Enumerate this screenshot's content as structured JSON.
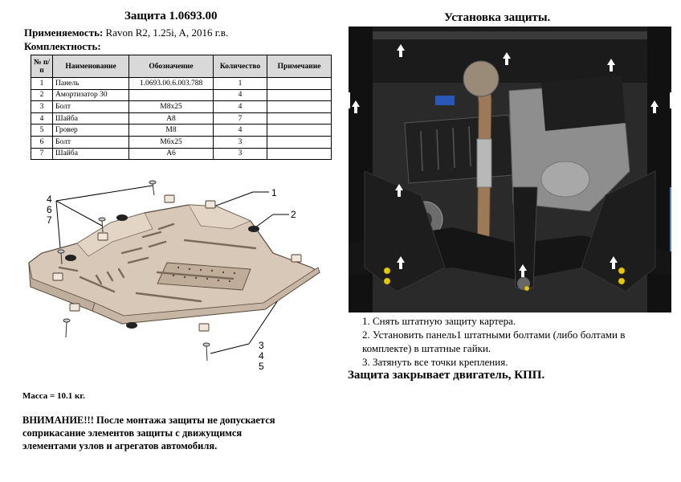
{
  "left": {
    "title": "Защита 1.0693.00",
    "applicability_label": "Применяемость:",
    "applicability_value": "Ravon R2, 1.25i, A, 2016 г.в.",
    "kit_label": "Комплектность:",
    "table": {
      "headers": [
        "№ п/п",
        "Наименование",
        "Обозначение",
        "Количество",
        "Примечание"
      ],
      "rows": [
        [
          "1",
          "Панель",
          "1.0693.00.6.003.788",
          "1",
          ""
        ],
        [
          "2",
          "Амортизатор 30",
          "",
          "4",
          ""
        ],
        [
          "3",
          "Болт",
          "М8х25",
          "4",
          ""
        ],
        [
          "4",
          "Шайба",
          "А8",
          "7",
          ""
        ],
        [
          "5",
          "Гровер",
          "М8",
          "4",
          ""
        ],
        [
          "6",
          "Болт",
          "М6х25",
          "3",
          ""
        ],
        [
          "7",
          "Шайба",
          "А6",
          "3",
          ""
        ]
      ]
    },
    "callouts": {
      "left_group": [
        "4",
        "6",
        "7"
      ],
      "top": "1",
      "right": "2",
      "bottom_group": [
        "3",
        "4",
        "5"
      ]
    },
    "mass": "Масса = 10.1 кг.",
    "warning_lines": [
      "ВНИМАНИЕ!!!  После монтажа защиты не допускается",
      "соприкасание элементов защиты с движущимся",
      "элементами узлов и агрегатов автомобиля."
    ]
  },
  "right": {
    "title": "Установка защиты.",
    "steps": [
      "1.  Снять штатную защиту картера.",
      "2.  Установить панель1 штатными болтами (либо болтами в",
      "      комплекте) в штатные гайки.",
      "3.  Затянуть все точки крепления."
    ],
    "summary": "Защита закрывает двигатель, КПП."
  }
}
